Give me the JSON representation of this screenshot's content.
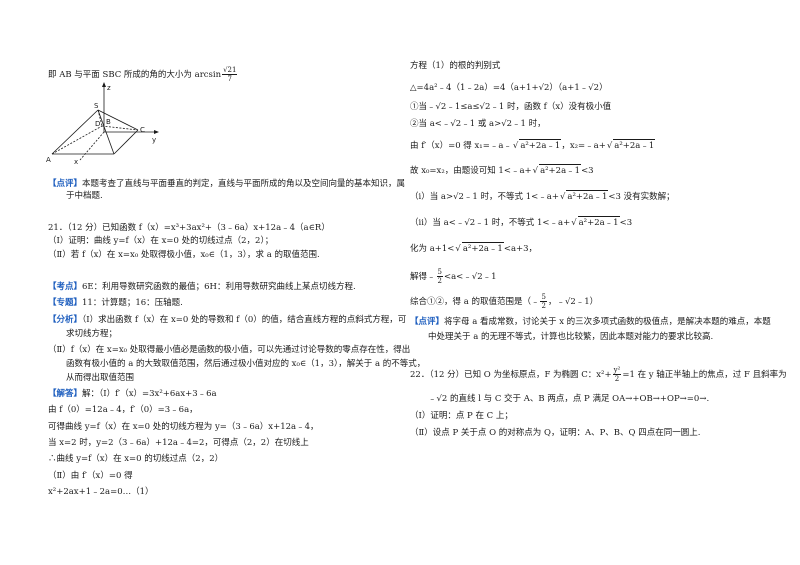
{
  "left": {
    "l1": "即 AB 与平面 SBC 所成的角的大小为 arcsin",
    "l1_num": "√21",
    "l1_den": "7",
    "figure_labels": {
      "z": "z",
      "S": "S",
      "D": "D",
      "B": "B",
      "C": "C",
      "y": "y",
      "A": "A",
      "x": "x"
    },
    "dp_tag": "【点评】",
    "dp_text1": "本题考查了直线与平面垂直的判定，直线与平面所成的角以及空间向量的基本知识，属",
    "dp_text2": "于中档题.",
    "q21": "21．（12 分）已知函数 f（x）=x³+3ax²+（3﹣6a）x+12a﹣4（a∈R）",
    "q21_1": "（Ⅰ）证明：曲线 y=f（x）在 x=0 处的切线过点（2，2）；",
    "q21_2": "（Ⅱ）若 f（x）在 x=x₀ 处取得极小值，x₀∈（1，3），求 a 的取值范围.",
    "kd_tag": "【考点】",
    "kd_text": "6E：利用导数研究函数的最值；6H：利用导数研究曲线上某点切线方程.",
    "zt_tag": "【专题】",
    "zt_text": "11：计算题；16：压轴题.",
    "fx_tag": "【分析】",
    "fx_text1": "（Ⅰ）求出函数 f（x）在 x=0 处的导数和 f（0）的值，结合直线方程的点斜式方程，可",
    "fx_text2": "求切线方程；",
    "fx_text3": "（Ⅱ）f（x）在 x=x₀ 处取得最小值必是函数的极小值，可以先通过讨论导数的零点存在性，得出",
    "fx_text4": "函数有极小值的 a 的大致取值范围，然后通过极小值对应的 x₀∈（1，3），解关于 a 的不等式，",
    "fx_text5": "从而得出取值范围",
    "jd_tag": "【解答】",
    "jd_text": "解：（Ⅰ）f′（x）=3x²+6ax+3﹣6a",
    "s1": "由 f（0）=12a﹣4，f′（0）=3﹣6a，",
    "s2": "可得曲线 y=f（x）在 x=0 处的切线方程为 y=（3﹣6a）x+12a﹣4，",
    "s3": "当 x=2 时，y=2（3﹣6a）+12a﹣4=2，可得点（2，2）在切线上",
    "s4": "∴曲线 y=f（x）在 x=0 的切线过点（2，2）",
    "s5": "（Ⅱ）由 f′（x）=0 得",
    "s6": "x²+2ax+1﹣2a=0…（1）"
  },
  "right": {
    "r1": "方程（1）的根的判别式",
    "r2": "△=4a²﹣4（1﹣2a）=4（a+1+√2）（a+1﹣√2）",
    "r3": "①当﹣√2﹣1≤a≤√2﹣1 时，函数 f（x）没有极小值",
    "r4": "②当 a<﹣√2﹣1 或 a>√2﹣1 时，",
    "r5a": "由 f′（x）=0 得 x₁=﹣a﹣",
    "r5b": "a²+2a﹣1",
    "r5c": "，x₂=﹣a+",
    "r5d": "a²+2a﹣1",
    "r6a": "故 x₀=x₂，由题设可知 1<﹣a+",
    "r6b": "a²+2a﹣1",
    "r6c": "<3",
    "r7a": "（i）当 a>√2﹣1 时，不等式 1<﹣a+",
    "r7b": "a²+2a﹣1",
    "r7c": "<3 没有实数解；",
    "r8a": "（ii）当 a<﹣√2﹣1 时，不等式 1<﹣a+",
    "r8b": "a²+2a﹣1",
    "r8c": "<3",
    "r9a": "化为 a+1<",
    "r9b": "a²+2a﹣1",
    "r9c": "<a+3，",
    "r10a": "解得﹣",
    "r10_num": "5",
    "r10_den": "2",
    "r10b": "<a<﹣√2﹣1",
    "r11a": "综合①②，得 a 的取值范围是（﹣",
    "r11_num": "5",
    "r11_den": "2",
    "r11b": "，﹣√2﹣1）",
    "dp_tag": "【点评】",
    "dp_text1": "将字母 a 看成常数，讨论关于 x 的三次多项式函数的极值点，是解决本题的难点，本题",
    "dp_text2": "中处理关于 a 的无理不等式，计算也比较繁，因此本题对能力的要求比较高.",
    "q22a": "22．（12 分）已知 O 为坐标原点，F 为椭圆 C：x²+",
    "q22_num": "y²",
    "q22_den": "2",
    "q22b": "=1 在 y 轴正半轴上的焦点，过 F 且斜率为",
    "q22c": "﹣√2 的直线 l 与 C 交于 A、B 两点，点 P 满足 OA→+OB→+OP→=0→.",
    "q22_1": "（Ⅰ）证明：点 P 在 C 上；",
    "q22_2": "（Ⅱ）设点 P 关于点 O 的对称点为 Q，证明：A、P、B、Q 四点在同一圆上."
  }
}
